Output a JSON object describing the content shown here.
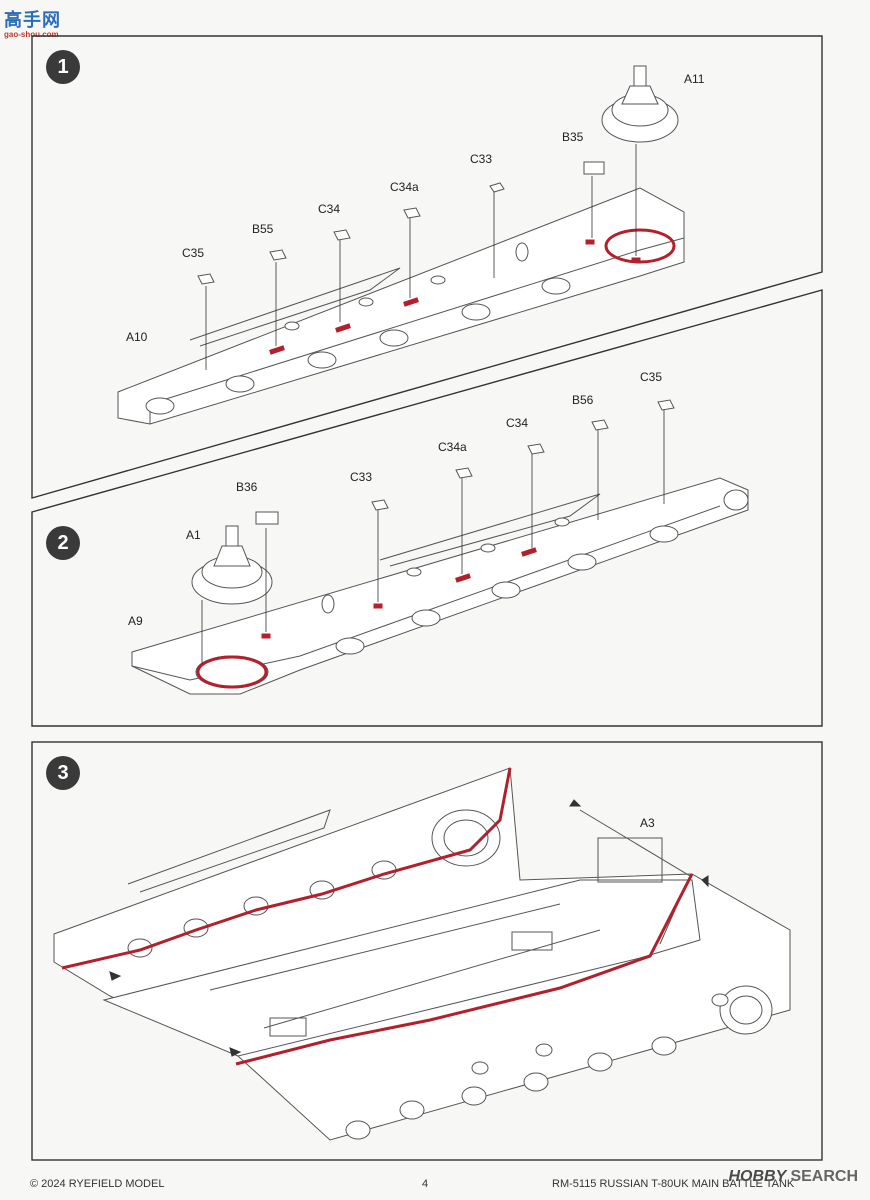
{
  "header": {
    "logo_text": "高手网",
    "logo_sub": "gao-shou.com"
  },
  "steps": [
    {
      "number": "1",
      "parts": [
        "A11",
        "B35",
        "C33",
        "C34a",
        "C34",
        "B55",
        "C35",
        "A10"
      ]
    },
    {
      "number": "2",
      "parts": [
        "C35",
        "B56",
        "C34",
        "C34a",
        "C33",
        "B36",
        "A1",
        "A9"
      ]
    },
    {
      "number": "3",
      "parts": [
        "A3"
      ]
    }
  ],
  "footer": {
    "copyright": "© 2024 RYEFIELD MODEL",
    "page_number": "4",
    "title": "RM-5115 RUSSIAN T-80UK MAIN BATTLE TANK"
  },
  "watermark": {
    "brand": "HOBBY",
    "brand_sub": "SEARCH"
  },
  "colors": {
    "accent_red": "#b3202b",
    "frame": "#333333",
    "line": "#555555"
  }
}
